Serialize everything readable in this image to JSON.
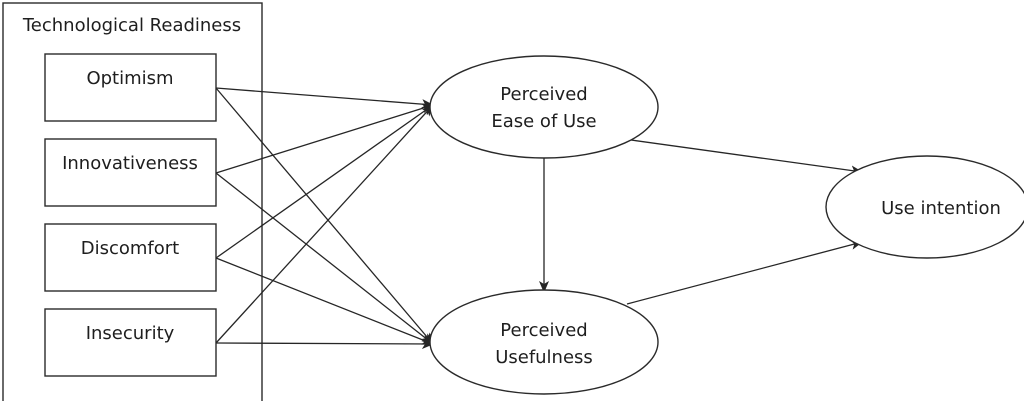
{
  "group": {
    "title": "Technological Readiness"
  },
  "factors": [
    {
      "id": "optimism",
      "label": "Optimism"
    },
    {
      "id": "innovativeness",
      "label": "Innovativeness"
    },
    {
      "id": "discomfort",
      "label": "Discomfort"
    },
    {
      "id": "insecurity",
      "label": "Insecurity"
    }
  ],
  "constructs": {
    "ease": {
      "lines": [
        "Perceived",
        "Ease of Use"
      ]
    },
    "usefulness": {
      "lines": [
        "Perceived",
        "Usefulness"
      ]
    },
    "intention": {
      "lines": [
        "Use intention"
      ]
    }
  },
  "edges": [
    {
      "from": "optimism",
      "to": "ease"
    },
    {
      "from": "optimism",
      "to": "usefulness"
    },
    {
      "from": "innovativeness",
      "to": "ease"
    },
    {
      "from": "innovativeness",
      "to": "usefulness"
    },
    {
      "from": "discomfort",
      "to": "ease"
    },
    {
      "from": "discomfort",
      "to": "usefulness"
    },
    {
      "from": "insecurity",
      "to": "ease"
    },
    {
      "from": "insecurity",
      "to": "usefulness"
    },
    {
      "from": "ease",
      "to": "usefulness"
    },
    {
      "from": "ease",
      "to": "intention"
    },
    {
      "from": "usefulness",
      "to": "intention"
    }
  ]
}
